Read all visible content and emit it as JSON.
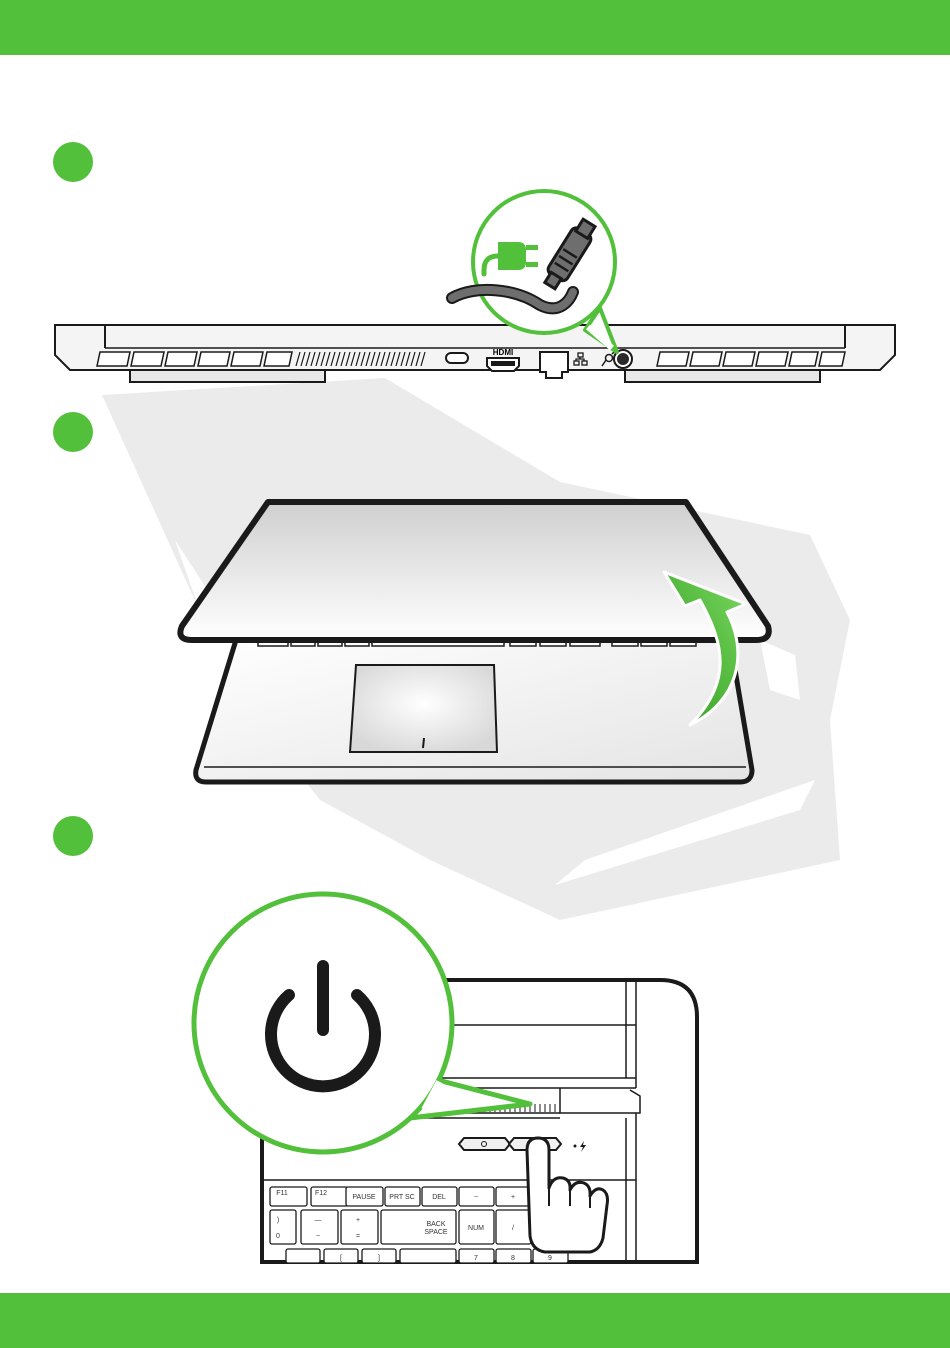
{
  "colors": {
    "brand_green": "#52c03a",
    "outline": "#1a1a1a",
    "background_shape": "#ebebeb",
    "cable": "#6e6e6e",
    "laptop_body": "#f2f2f2"
  },
  "steps": [
    {
      "id": "step-1",
      "icon": "green-circle"
    },
    {
      "id": "step-2",
      "icon": "green-circle"
    },
    {
      "id": "step-3",
      "icon": "green-circle"
    }
  ],
  "illustrations": {
    "rear_ports": {
      "hdmi_label": "HDMI",
      "icons": [
        "power-plug-icon",
        "network-icon",
        "dc-in-icon"
      ]
    },
    "lid": {
      "icons": [
        "open-lid-arrow-icon",
        "touchpad-icon"
      ]
    },
    "power_button": {
      "icons": [
        "power-symbol-icon",
        "pointing-hand-icon",
        "power-led-icon"
      ],
      "keys": {
        "f11": "F11",
        "f12": "F12",
        "pause": "PAUSE",
        "prtsc": "PRT SC",
        "del": "DEL",
        "minus_top": "−",
        "plus_top": "+",
        "paren": ")",
        "zero": "0",
        "dash": "—",
        "dash_low": "−",
        "plus2": "+",
        "equals": "=",
        "back": "BACK",
        "space": "SPACE",
        "num": "NUM",
        "slash": "/",
        "bracket_l": "[",
        "bracket_r": "]",
        "seven": "7",
        "eight": "8",
        "nine": "9"
      }
    }
  }
}
